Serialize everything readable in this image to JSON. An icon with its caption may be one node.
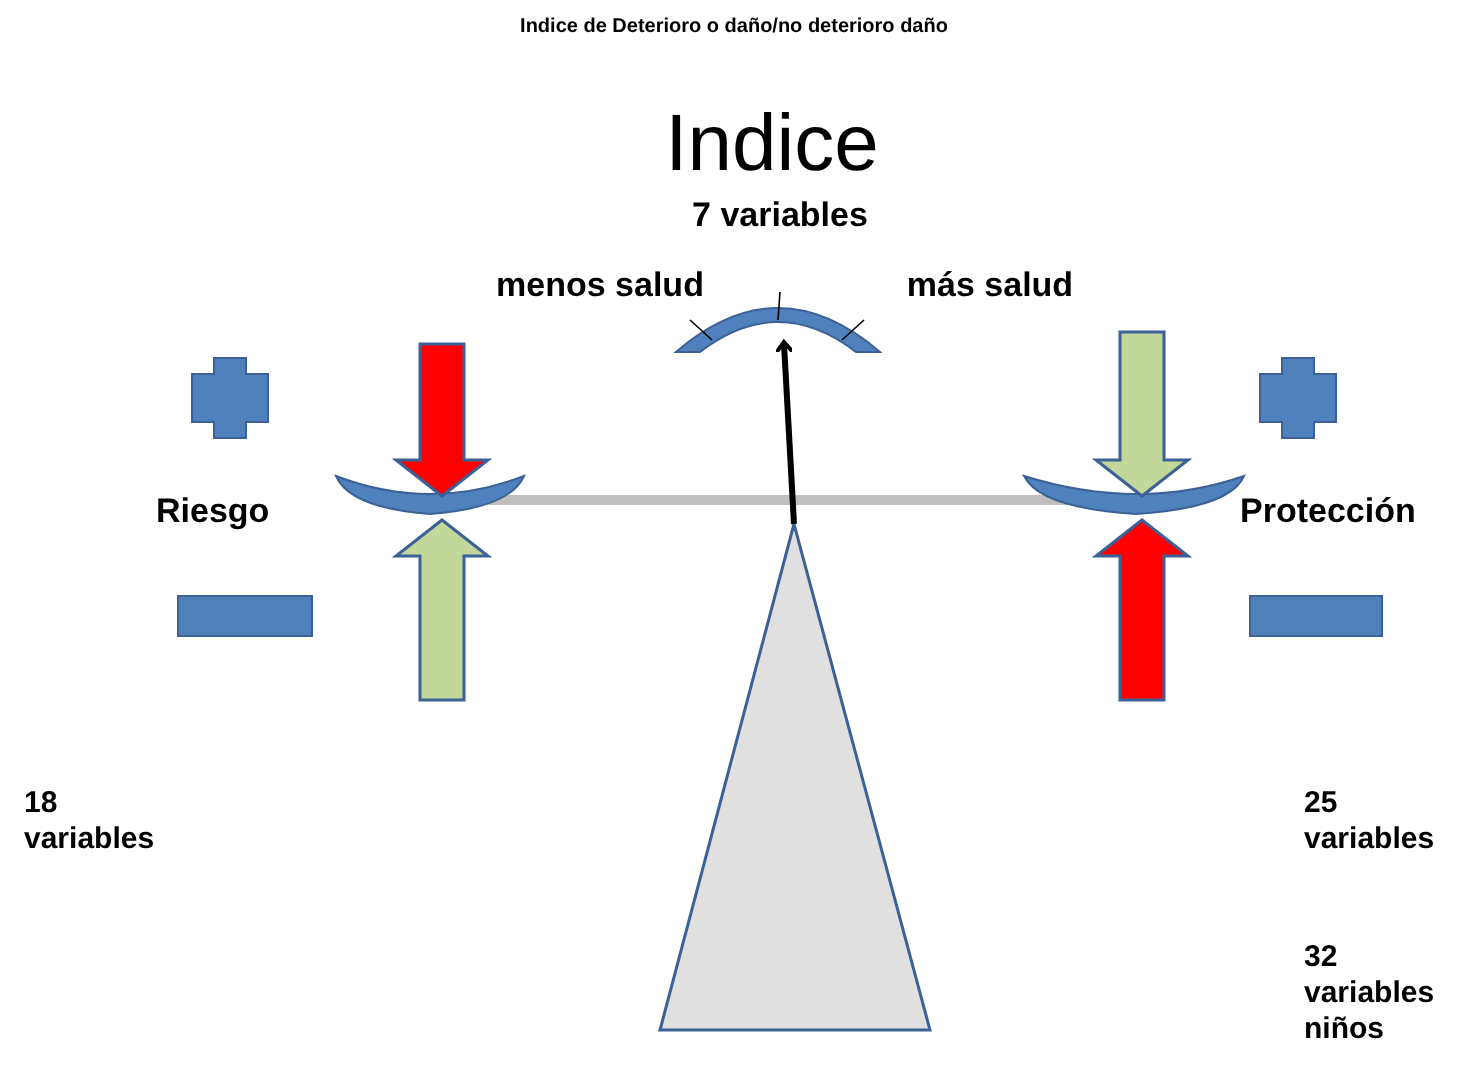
{
  "diagram": {
    "title": "Indice de Deterioro o daño/no deterioro daño",
    "labels": [
      "Indice",
      "7 variables",
      "menos salud",
      "más salud",
      "Riesgo",
      "Protección",
      "18 variables",
      "25 variables",
      "32 variables niños"
    ]
  }
}
